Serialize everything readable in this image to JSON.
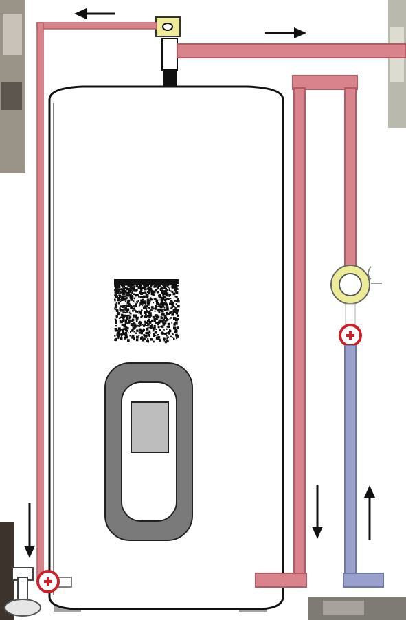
{
  "diagram": {
    "subject": "water-heater-recirculation-loop",
    "colors": {
      "hot_pipe": "#d9838c",
      "hot_pipe_edge": "#b85a64",
      "cold_pipe": "#9aa0cc",
      "cold_pipe_edge": "#6f76a8",
      "tank_fill": "#ffffff",
      "tank_outline": "#111111",
      "panel_outer": "#7a7a7a",
      "panel_window": "#bdbdbd",
      "pump_ring": "#ecec98",
      "valve_red": "#cc1f2a",
      "arrow": "#111111",
      "photo_bg": "#8c8c8c"
    },
    "arrows": [
      {
        "id": "top-left",
        "direction": "left"
      },
      {
        "id": "top-right",
        "direction": "right"
      },
      {
        "id": "left-drain",
        "direction": "down"
      },
      {
        "id": "return-down",
        "direction": "down"
      },
      {
        "id": "return-up",
        "direction": "up"
      }
    ],
    "components": [
      "water-heater-tank",
      "mixing-valve",
      "hot-outlet-pipe",
      "recirculation-pump",
      "check-valve",
      "drain-valve",
      "access-panel",
      "label-plate"
    ]
  }
}
